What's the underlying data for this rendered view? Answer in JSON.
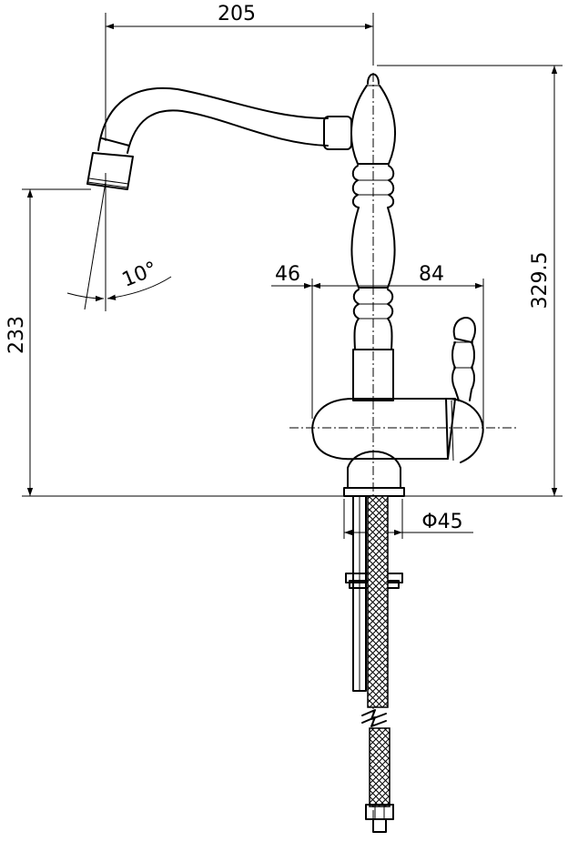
{
  "dimensions": {
    "spout_reach": "205",
    "total_height": "329.5",
    "spout_height": "233",
    "body_left": "46",
    "body_right": "84",
    "spout_angle": "10°",
    "base_diameter": "Φ45"
  }
}
